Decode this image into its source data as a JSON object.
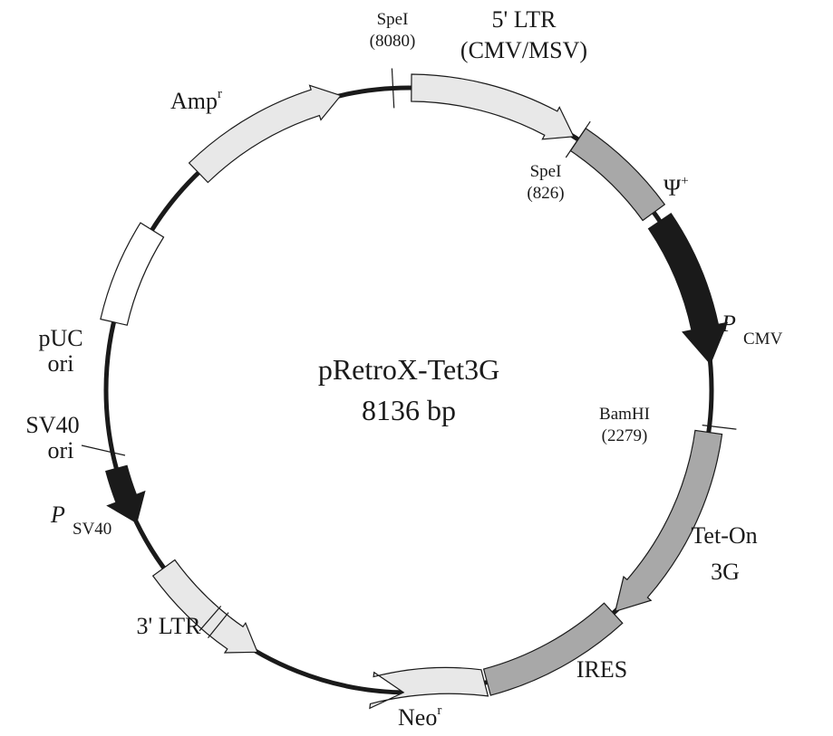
{
  "plasmid": {
    "name": "pRetroX-Tet3G",
    "size": "8136 bp"
  },
  "colors": {
    "backbone": "#1a1a1a",
    "light_feature": "#e8e8e8",
    "medium_feature": "#a8a8a8",
    "dark_feature": "#1a1a1a",
    "white_feature": "#ffffff",
    "outline": "#1a1a1a"
  },
  "features": {
    "ltr5": {
      "line1": "5' LTR",
      "line2": "(CMV/MSV)"
    },
    "psi": {
      "text": "Ψ",
      "sup": "+"
    },
    "pcmv": {
      "main": "P",
      "sub": "CMV"
    },
    "teton": {
      "line1": "Tet-On",
      "line2": "3G"
    },
    "ires": {
      "text": "IRES"
    },
    "neo": {
      "text": "Neo",
      "sup": "r"
    },
    "ltr3": {
      "text": "3' LTR"
    },
    "psv40": {
      "main": "P",
      "sub": "SV40"
    },
    "sv40ori": {
      "line1": "SV40",
      "line2": "ori"
    },
    "puc": {
      "line1": "pUC",
      "line2": "ori"
    },
    "amp": {
      "text": "Amp",
      "sup": "r"
    }
  },
  "sites": {
    "spei_8080": {
      "name": "SpeI",
      "pos": "(8080)"
    },
    "spei_826": {
      "name": "SpeI",
      "pos": "(826)"
    },
    "bamhi": {
      "name": "BamHI",
      "pos": "(2279)"
    }
  }
}
